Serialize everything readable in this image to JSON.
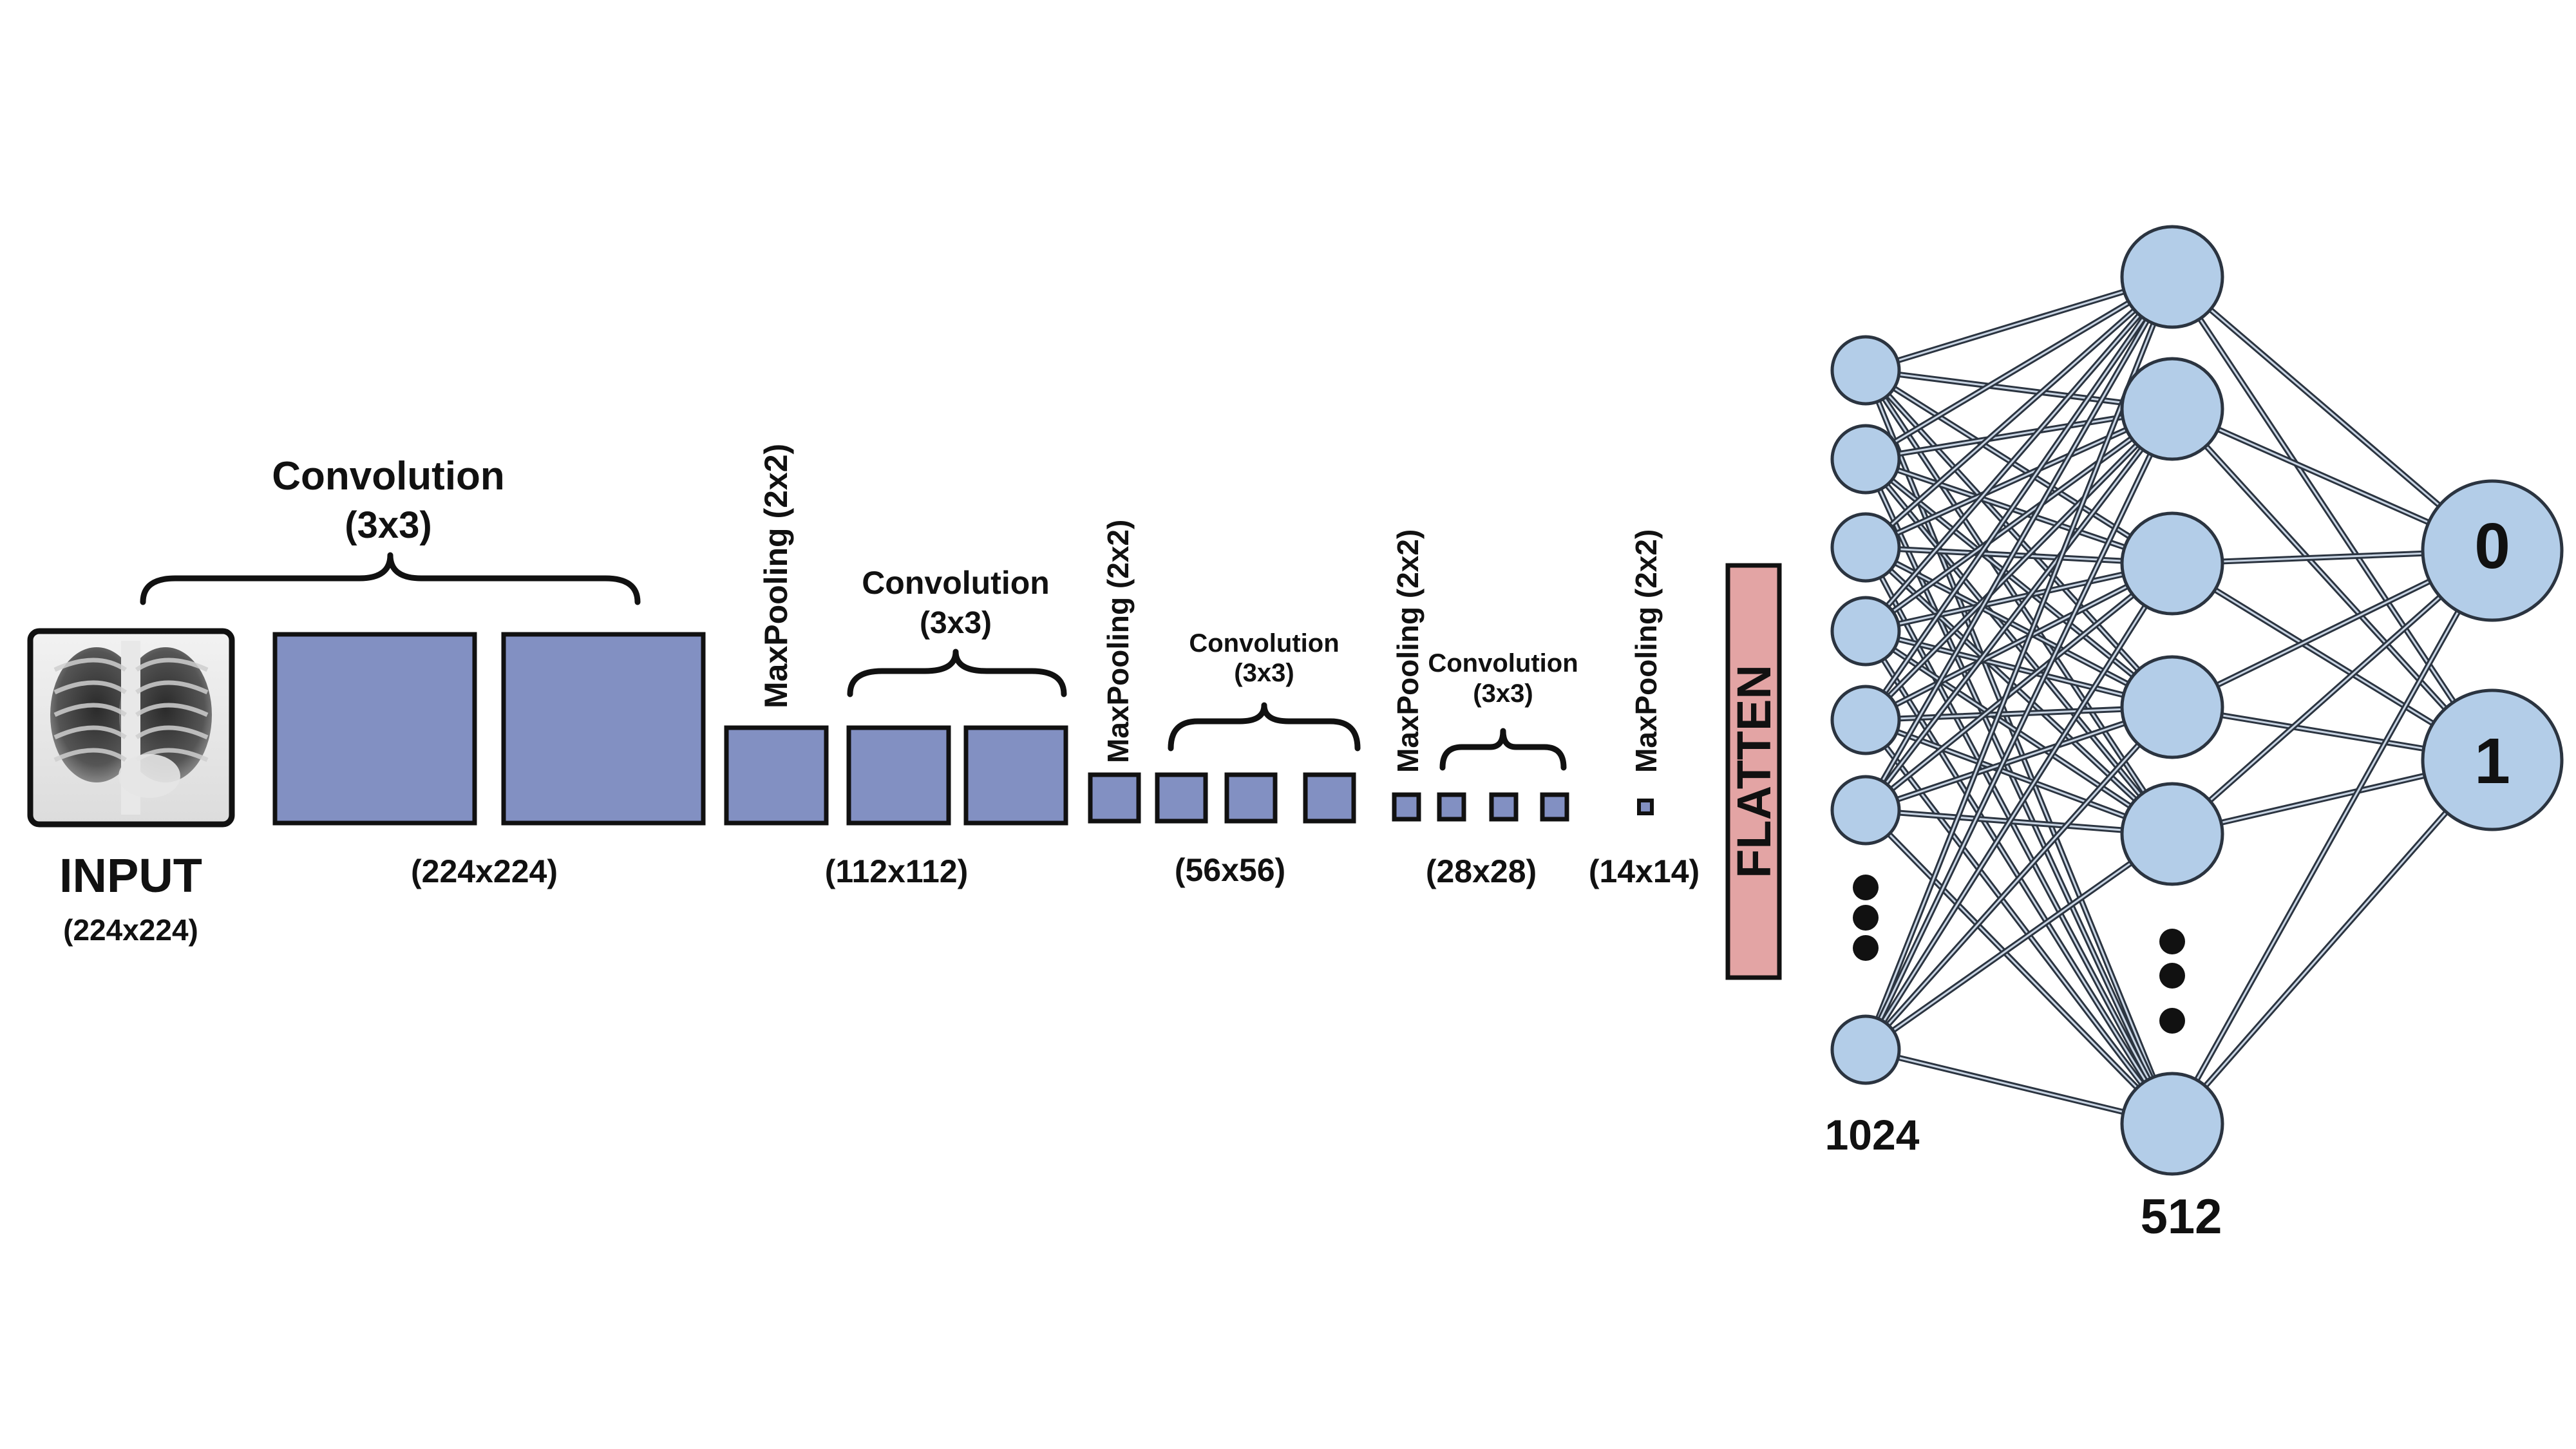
{
  "input": {
    "title": "INPUT",
    "size": "(224x224)"
  },
  "stages": [
    {
      "conv_title": "Convolution",
      "conv_kernel": "(3x3)",
      "size_label": "(224x224)",
      "pool_label": "MaxPooling (2x2)"
    },
    {
      "conv_title": "Convolution",
      "conv_kernel": "(3x3)",
      "size_label": "(112x112)",
      "pool_label": "MaxPooling (2x2)"
    },
    {
      "conv_title": "Convolution",
      "conv_kernel": "(3x3)",
      "size_label": "(56x56)",
      "pool_label": "MaxPooling (2x2)"
    },
    {
      "conv_title": "Convolution",
      "conv_kernel": "(3x3)",
      "size_label": "(28x28)",
      "pool_label": "MaxPooling (2x2)"
    }
  ],
  "final_size_label": "(14x14)",
  "flatten_label": "FLATTEN",
  "dense": {
    "input_layer_label": "1024",
    "hidden_layer_label": "512",
    "outputs": [
      "0",
      "1"
    ]
  },
  "colors": {
    "feature_map": "#8290c2",
    "flatten": "#e3a4a4",
    "neuron": "#b3cde8"
  }
}
